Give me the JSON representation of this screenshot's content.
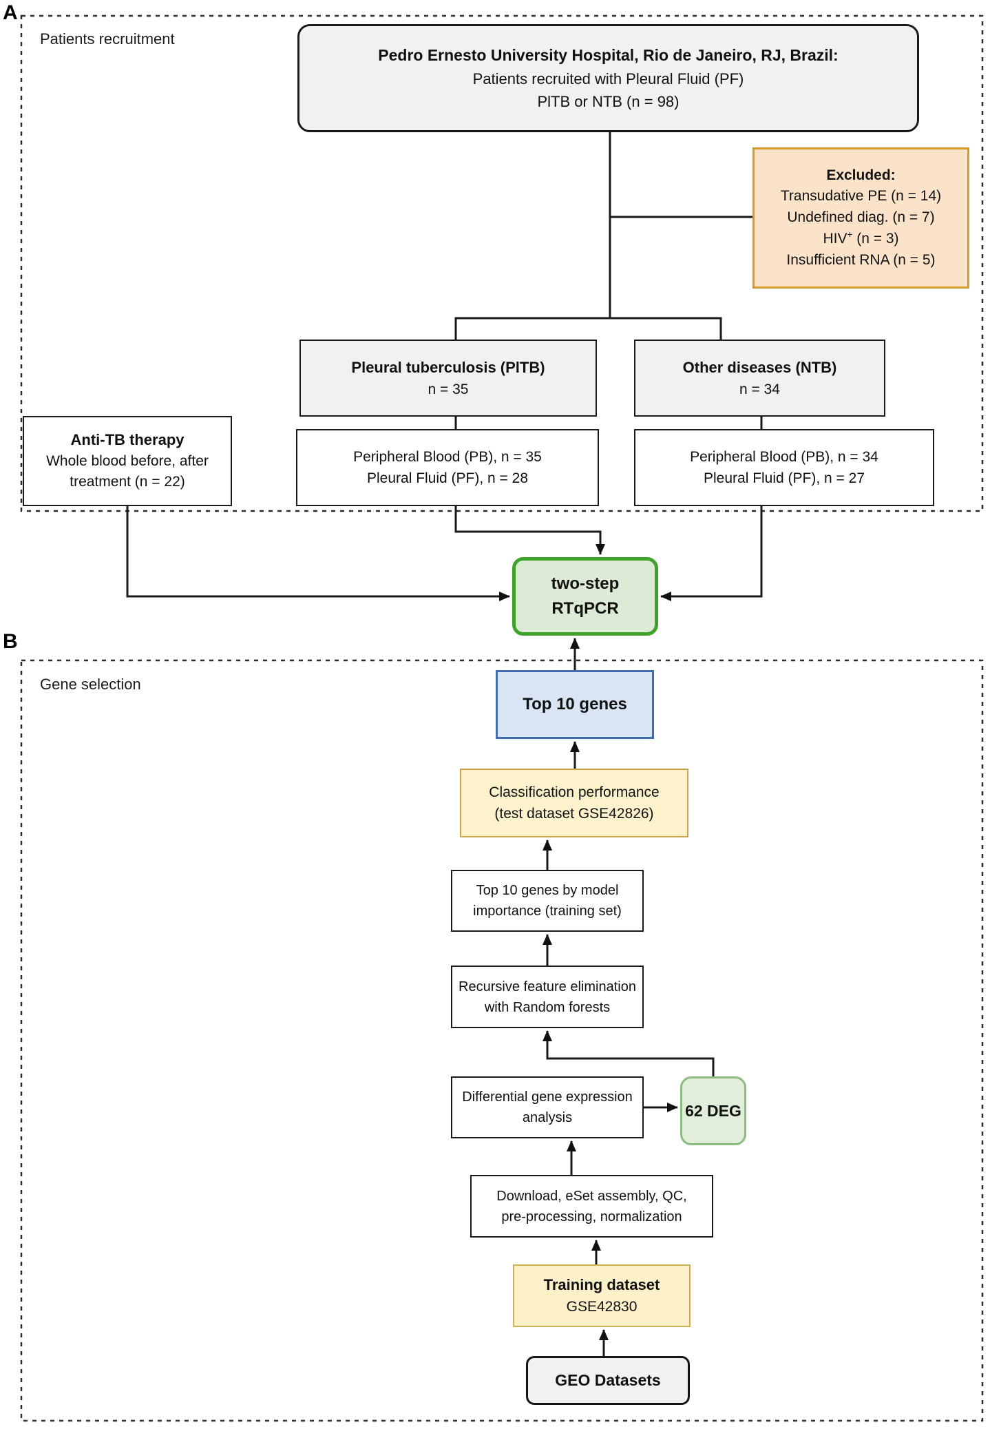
{
  "colors": {
    "line": "#1a1a1a",
    "gray_fill": "#f1f1f1",
    "excluded_fill": "#fbe3ca",
    "excluded_border": "#d49a29",
    "green_fill": "#dcead6",
    "green_border": "#3ea32b",
    "blue_fill": "#d9e5f4",
    "blue_border": "#3f6cab",
    "yellow_fill": "#fdf2cc",
    "yellow_border": "#c9a44a",
    "deg_fill": "#e0eeda",
    "deg_border": "#8cba80"
  },
  "panel_a": {
    "label": "A",
    "title": "Patients recruitment",
    "hospital": {
      "line1": "Pedro Ernesto University Hospital, Rio de Janeiro, RJ, Brazil:",
      "line2": "Patients recruited with Pleural Fluid (PF)",
      "line3": "PlTB or NTB (n = 98)"
    },
    "excluded": {
      "title": "Excluded:",
      "item1": "Transudative PE (n = 14)",
      "item2": "Undefined diag. (n = 7)",
      "hiv_pre": "HIV",
      "hiv_sup": "+",
      "hiv_post": " (n = 3)",
      "item4": "Insufficient RNA (n = 5)"
    },
    "pltb": {
      "title": "Pleural tuberculosis (PlTB)",
      "n": "n = 35"
    },
    "ntb": {
      "title": "Other diseases (NTB)",
      "n": "n = 34"
    },
    "antitb": {
      "line1": "Anti-TB therapy",
      "line2": "Whole blood before, after",
      "line3": "treatment (n = 22)"
    },
    "pltb_samples": {
      "line1": "Peripheral Blood (PB), n = 35",
      "line2": "Pleural Fluid (PF), n = 28"
    },
    "ntb_samples": {
      "line1": "Peripheral Blood (PB), n = 34",
      "line2": "Pleural Fluid (PF), n = 27"
    },
    "rtqpcr": "two-step RTqPCR"
  },
  "panel_b": {
    "label": "B",
    "title": "Gene selection",
    "top10": "Top 10 genes",
    "classification": {
      "line1": "Classification performance",
      "line2": "(test dataset GSE42826)"
    },
    "top10model": {
      "line1": "Top 10 genes by model",
      "line2": "importance (training set)"
    },
    "recursive": {
      "line1": "Recursive feature elimination",
      "line2": "with Random forests"
    },
    "differential": {
      "line1": "Differential gene expression",
      "line2": "analysis"
    },
    "deg": "62 DEG",
    "download": {
      "line1": "Download, eSet assembly, QC,",
      "line2": "pre-processing, normalization"
    },
    "training": {
      "line1": "Training dataset",
      "line2": "GSE42830"
    },
    "geo": "GEO Datasets"
  }
}
